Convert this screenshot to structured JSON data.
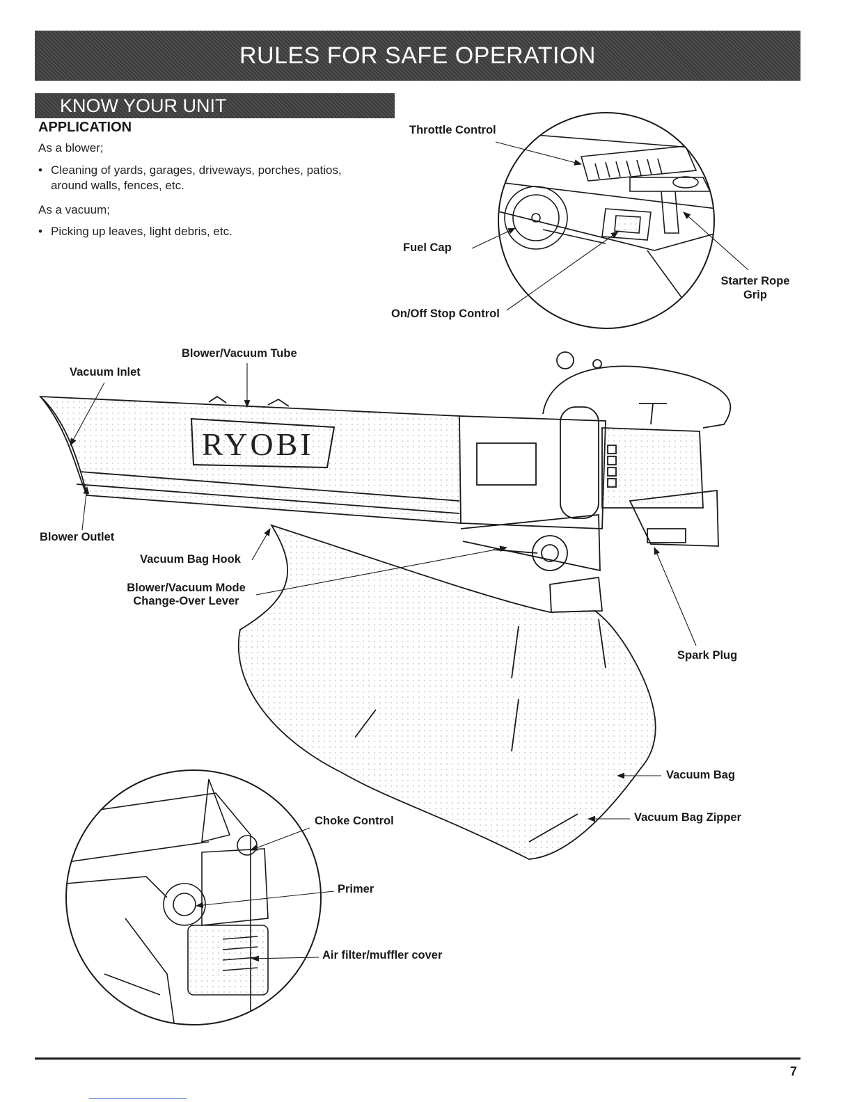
{
  "header": {
    "title": "RULES FOR SAFE OPERATION",
    "section": "KNOW YOUR UNIT"
  },
  "application": {
    "heading": "APPLICATION",
    "blower_intro": "As a blower;",
    "blower_bullet": "Cleaning of yards, garages, driveways, porches, patios, around walls, fences, etc.",
    "vacuum_intro": "As a vacuum;",
    "vacuum_bullet": "Picking up leaves, light debris, etc."
  },
  "labels": {
    "throttle_control": "Throttle Control",
    "fuel_cap": "Fuel Cap",
    "on_off_stop_control": "On/Off Stop Control",
    "starter_rope_grip_line1": "Starter Rope",
    "starter_rope_grip_line2": "Grip",
    "blower_vacuum_tube": "Blower/Vacuum Tube",
    "vacuum_inlet": "Vacuum Inlet",
    "blower_outlet": "Blower Outlet",
    "vacuum_bag_hook": "Vacuum Bag Hook",
    "mode_lever_line1": "Blower/Vacuum Mode",
    "mode_lever_line2": "Change-Over Lever",
    "spark_plug": "Spark Plug",
    "vacuum_bag": "Vacuum Bag",
    "vacuum_bag_zipper": "Vacuum Bag Zipper",
    "choke_control": "Choke Control",
    "primer": "Primer",
    "air_filter_cover": "Air filter/muffler cover"
  },
  "brand": "RYOBI",
  "footer": {
    "page_number": "7"
  },
  "colors": {
    "banner": "#3a3a3a",
    "ink": "#1a1a1a",
    "link_line": "#2b5fd0"
  }
}
